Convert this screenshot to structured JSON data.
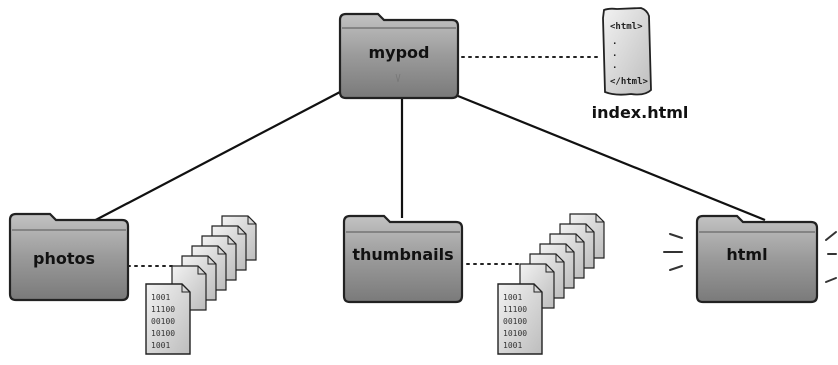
{
  "diagram": {
    "root": {
      "label": "mypod"
    },
    "index_file": {
      "label": "index.html",
      "code_open": "<html>",
      "code_close": "</html>"
    },
    "children": [
      {
        "label": "photos"
      },
      {
        "label": "thumbnails"
      },
      {
        "label": "html"
      }
    ],
    "binary_lines": [
      "1001",
      "11100",
      "00100",
      "10100",
      "1001"
    ]
  },
  "colors": {
    "folder_fill": "#8f8f8f",
    "folder_highlight": "#c4c4c4",
    "line": "#111111",
    "file_fill": "#e6e6e6"
  }
}
